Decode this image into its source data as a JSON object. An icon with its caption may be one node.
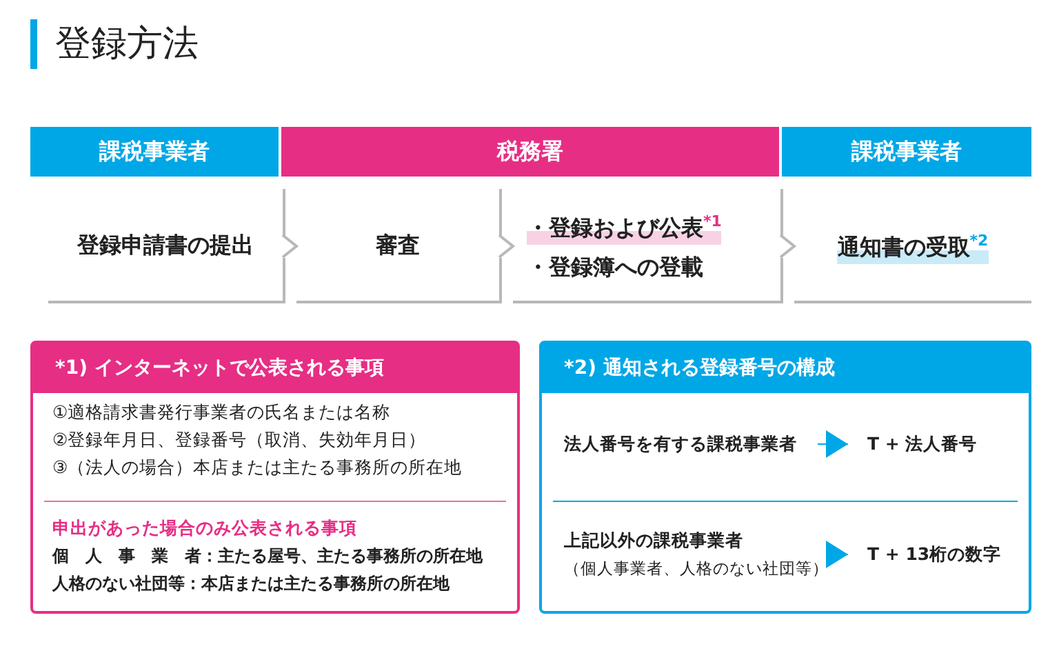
{
  "diagram": {
    "title": "登録方法",
    "nodes": [
      {
        "text": [
          "課税事業者"
        ]
      },
      {
        "text": [
          "税務署"
        ]
      },
      {
        "text": [
          "課税事業者"
        ]
      },
      {
        "text": [
          "登録申請書の提出"
        ]
      },
      {
        "text": [
          "審査"
        ]
      },
      {
        "text": [
          "・登録および公表$^{*1}$",
          "・登録簿への登載"
        ]
      },
      {
        "text": [
          "通知書の受取$^{*2}$"
        ]
      },
      {
        "text": [
          "*1) インターネットで公表される事項",
          "①適格請求書発行事業者の氏名または名称",
          "②登録年月日、登録番号（取消、失効年月日）",
          "③（法人の場合）本店または主たる事務所の所在地",
          "申出があった場合のみ公表される事項",
          "個　人　事　業　者：主たる屋号、主たる事務所の所在地",
          "人格のない社団等：本店または主たる事務所の所在地"
        ]
      },
      {
        "text": [
          "*2) 通知される登録番号の構成"
        ]
      },
      {
        "text": [
          "法人番号を有する課税事業者"
        ],
        "in": 8
      },
      {
        "text": [
          "T + 法人番号"
        ],
        "in": 8
      },
      {
        "text": [
          "上記以外の課税事業者",
          "（個人事業者、人格のない社団等）"
        ],
        "in": 8
      },
      {
        "text": [
          "T + 13桁の数字"
        ],
        "in": 8
      }
    ],
    "edges": [
      {
        "from": 3,
        "to": 4,
        "arrow": "to"
      },
      {
        "from": 4,
        "to": 5,
        "arrow": "to"
      },
      {
        "from": 5,
        "to": 6,
        "arrow": "to"
      },
      {
        "from": 9,
        "to": 10,
        "arrow": "to",
        "color": "#00a7e6"
      },
      {
        "from": 11,
        "to": 12,
        "arrow": "to",
        "color": "#00a7e6"
      }
    ]
  }
}
